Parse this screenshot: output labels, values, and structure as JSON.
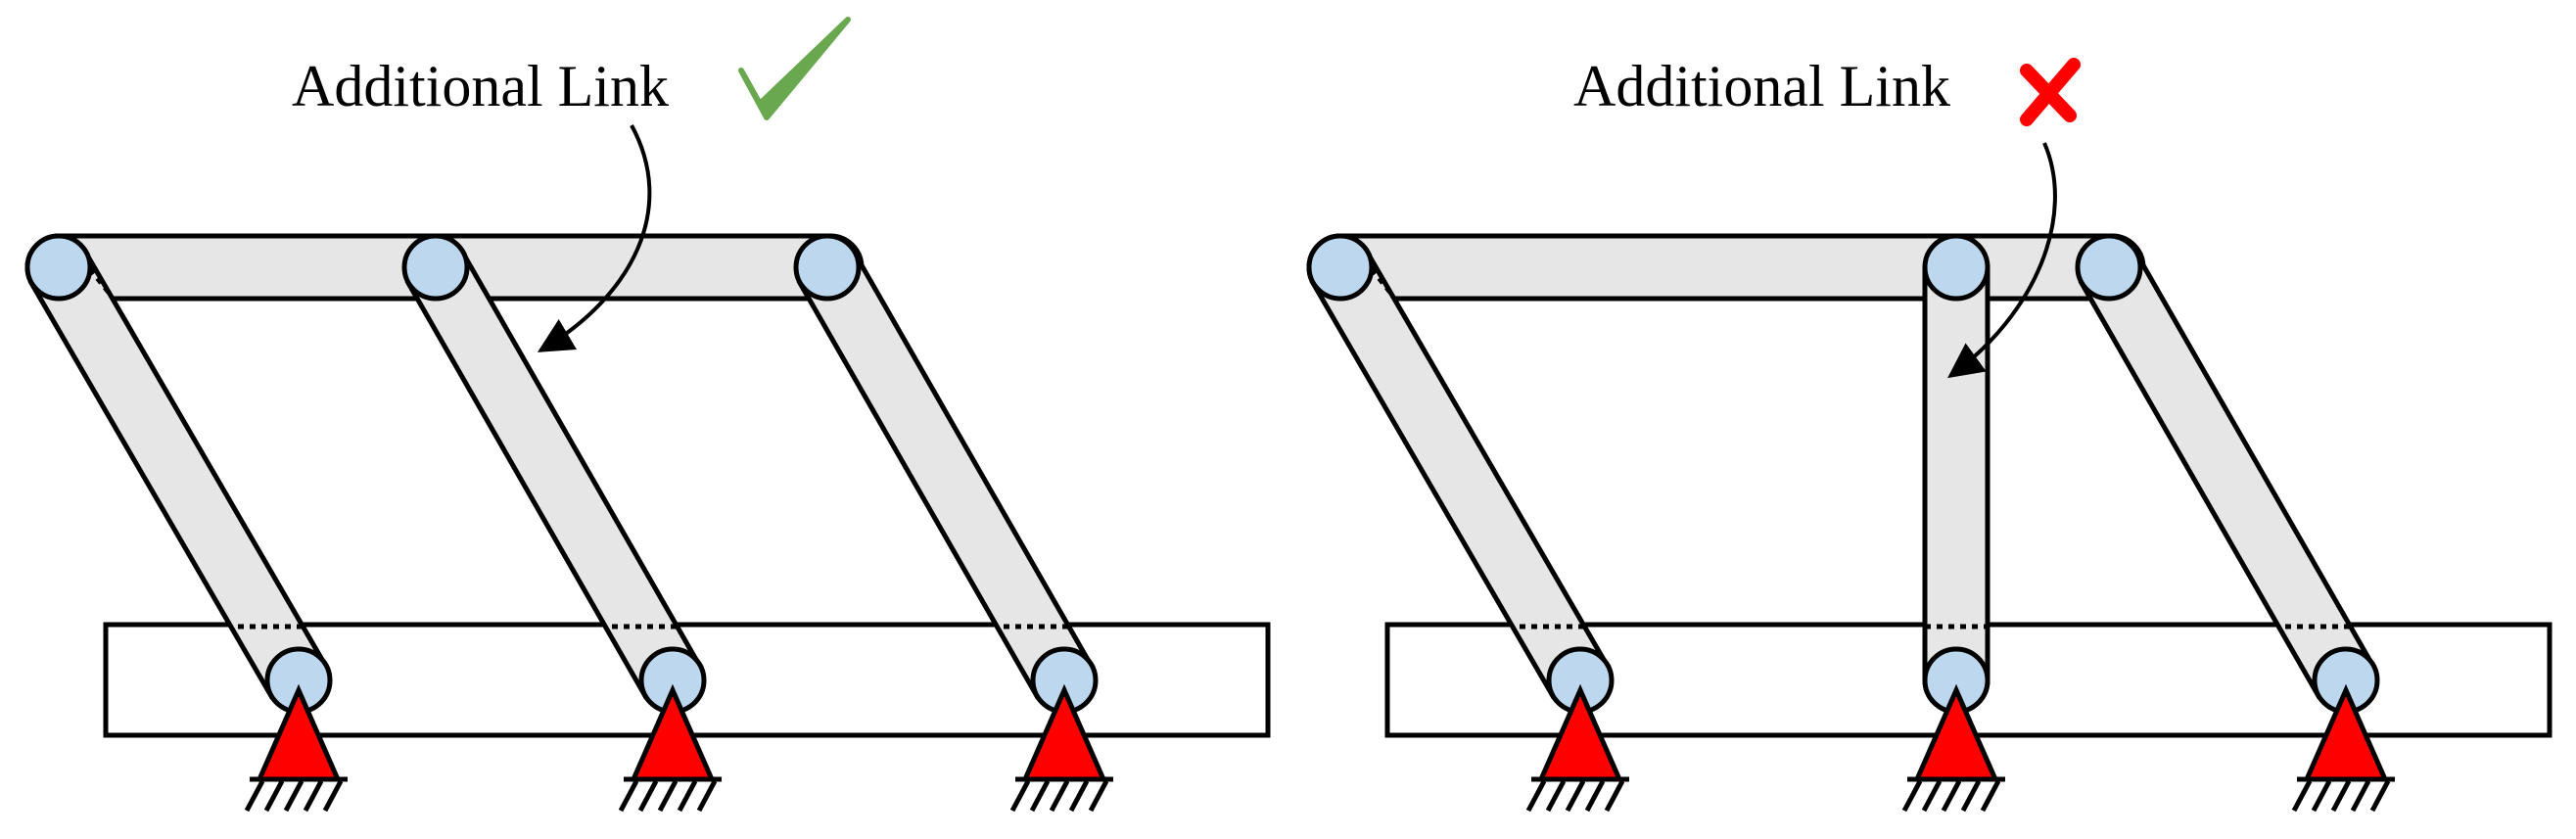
{
  "panels": [
    {
      "label": "Additional Link",
      "verdict": "valid",
      "verdict_icon": "check-mark-icon",
      "verdict_color": "#6aa84f"
    },
    {
      "label": "Additional Link",
      "verdict": "invalid",
      "verdict_icon": "cross-mark-icon",
      "verdict_color": "#ff0000"
    }
  ],
  "colors": {
    "link_fill": "#e6e6e6",
    "joint_fill": "#bdd7ee",
    "support_fill": "#ff0000",
    "stroke": "#000000"
  }
}
